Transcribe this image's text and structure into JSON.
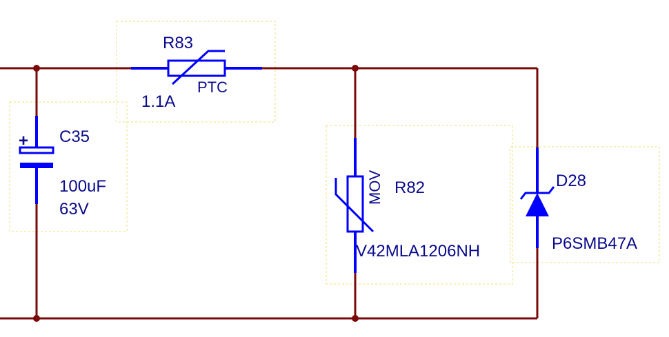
{
  "colors": {
    "wire": "#7a0a0a",
    "component": "#0000ff",
    "text": "#0a0a8c",
    "selection": "#e8e070"
  },
  "components": {
    "r83": {
      "designator": "R83",
      "value": "1.1A",
      "type_label": "PTC"
    },
    "c35": {
      "designator": "C35",
      "value": "100uF",
      "rating": "63V",
      "polarity": "+"
    },
    "r82": {
      "designator": "R82",
      "value": "V42MLA1206NH",
      "type_label": "MOV"
    },
    "d28": {
      "designator": "D28",
      "value": "P6SMB47A"
    }
  }
}
